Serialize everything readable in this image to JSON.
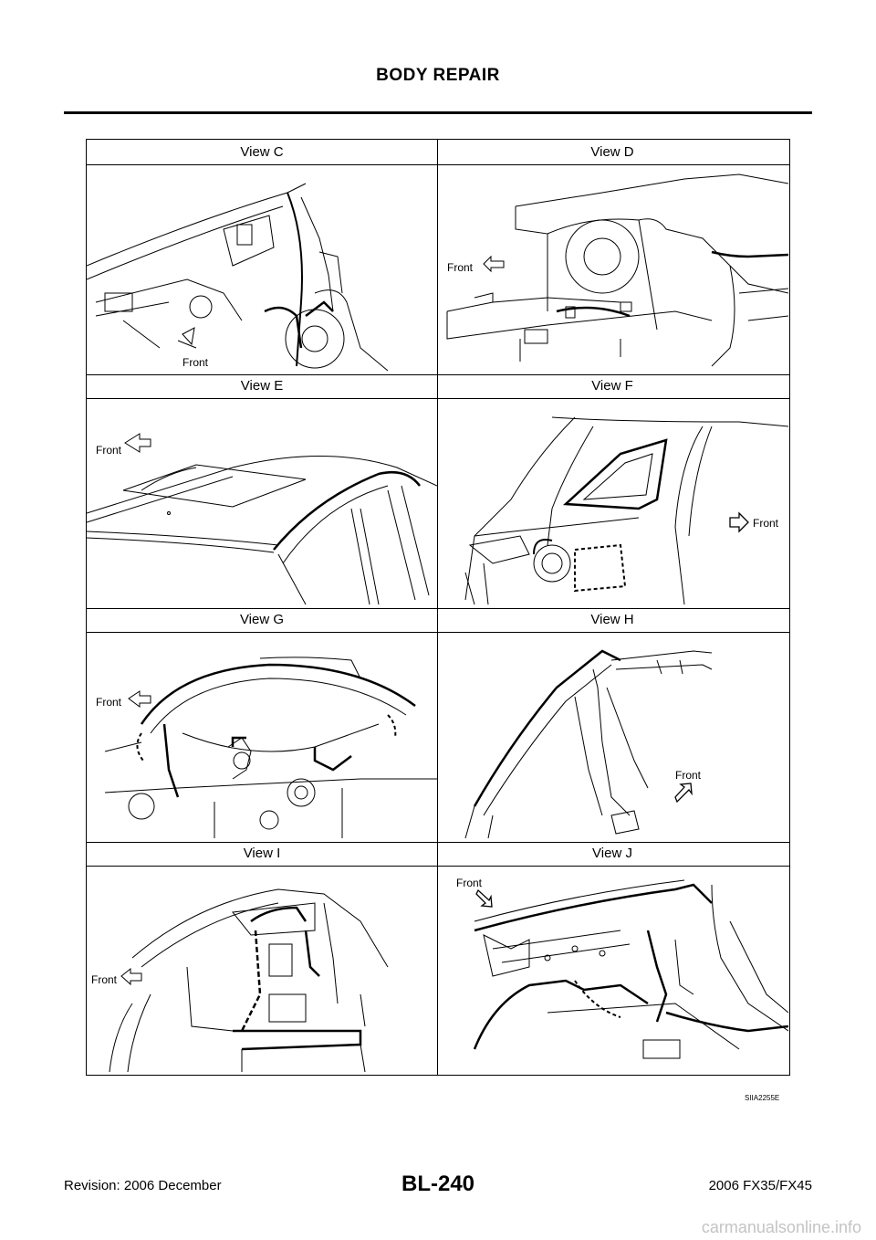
{
  "header": {
    "title": "BODY REPAIR"
  },
  "figure": {
    "rows": [
      {
        "left": "View C",
        "right": "View D"
      },
      {
        "left": "View E",
        "right": "View F"
      },
      {
        "left": "View G",
        "right": "View H"
      },
      {
        "left": "View I",
        "right": "View J"
      }
    ],
    "front_label": "Front",
    "code": "SIIA2255E"
  },
  "footer": {
    "revision": "Revision: 2006 December",
    "page_number": "BL-240",
    "model": "2006 FX35/FX45"
  },
  "watermark": "carmanualsonline.info"
}
